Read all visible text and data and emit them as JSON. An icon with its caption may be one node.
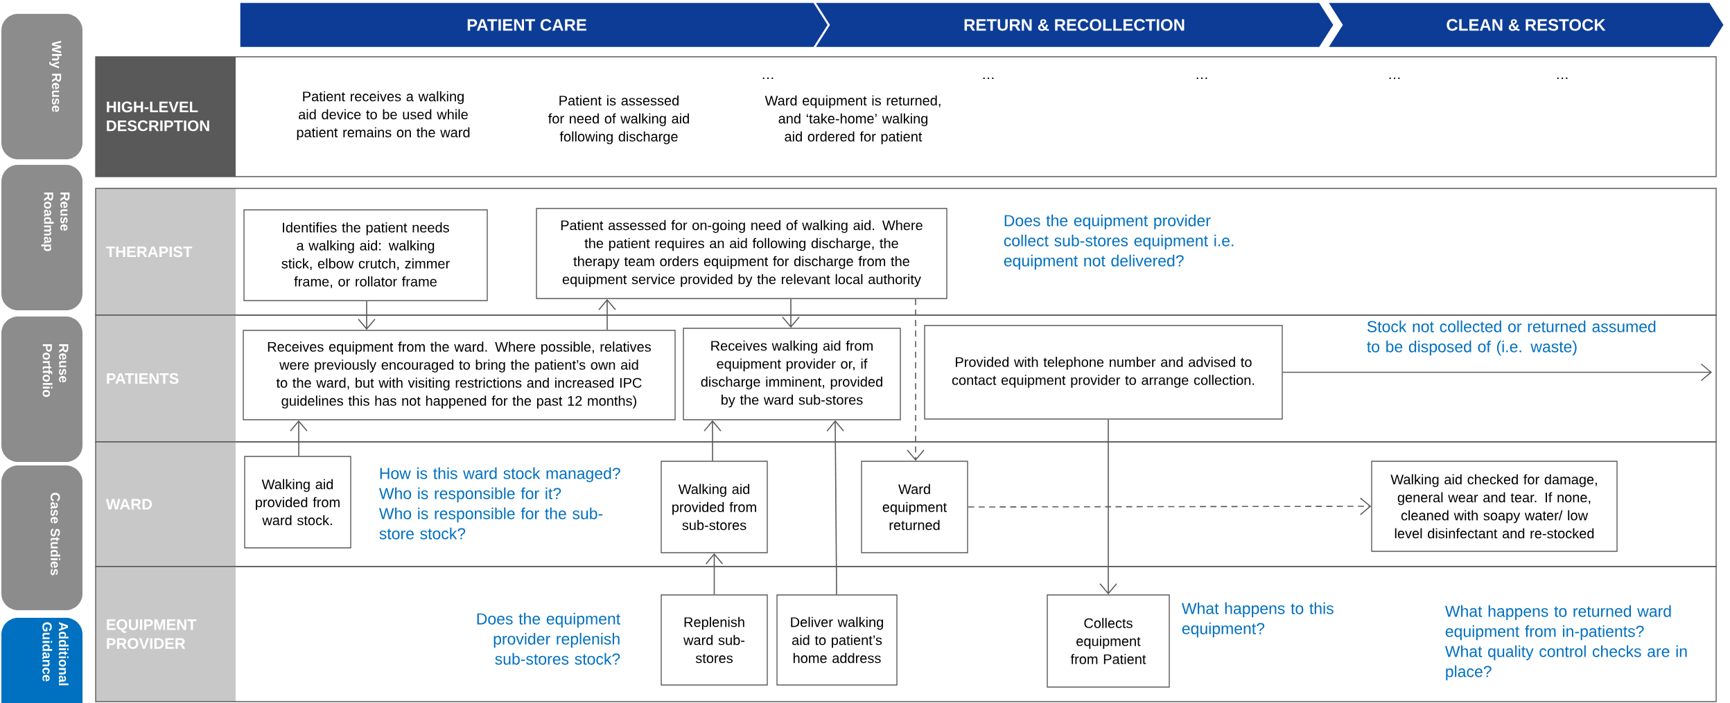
{
  "diagram": {
    "nodes": [
      {
        "text": [
          "Why Reuse"
        ]
      },
      {
        "text": [
          "Reuse Roadmap"
        ]
      },
      {
        "text": [
          "Reuse Portfolio"
        ]
      },
      {
        "text": [
          "Case Studies"
        ]
      },
      {
        "text": [
          "Additional Guidance"
        ]
      },
      {
        "text": [
          "PATIENT CARE"
        ]
      },
      {
        "text": [
          "RETURN & RECOLLECTION"
        ]
      },
      {
        "text": [
          "CLEAN & RESTOCK"
        ]
      },
      {
        "text": [
          "HIGH-LEVEL DESCRIPTION",
          "Patient receives a walking aid device to be used while patient remains on the ward",
          "Patient is assessed for need of walking aid following discharge",
          "…",
          "Ward equipment is returned, and ‘take-home’ walking aid ordered for patient",
          "…",
          "…",
          "…",
          "…"
        ]
      },
      {
        "text": [
          "THERAPIST"
        ]
      },
      {
        "text": [
          "Identifies the patient needs a walking aid: walking stick, elbow crutch, zimmer frame, or rollator frame"
        ],
        "in": 9
      },
      {
        "text": [
          "Patient assessed for on-going need of walking aid. Where the patient requires an aid following discharge, the therapy team orders equipment for discharge from the equipment service provided by the relevant local authority"
        ],
        "in": 9
      },
      {
        "text": [
          "PATIENTS"
        ]
      },
      {
        "text": [
          "Receives equipment from the ward. Where possible, relatives were previously encouraged to bring the patient’s own aid to the ward, but with visiting restrictions and increased IPC guidelines this has not happened for the past 12 months)"
        ],
        "in": 12
      },
      {
        "text": [
          "Receives walking aid from equipment provider or, if discharge imminent, provided by the ward sub-stores"
        ],
        "in": 12
      },
      {
        "text": [
          "Provided with telephone number and advised to contact equipment provider to arrange collection."
        ],
        "in": 12
      },
      {
        "text": [
          "WARD"
        ]
      },
      {
        "text": [
          "Walking aid provided from ward stock."
        ],
        "in": 16
      },
      {
        "text": [
          "Walking aid provided from sub-stores"
        ],
        "in": 16
      },
      {
        "text": [
          "Ward equipment returned"
        ],
        "in": 16
      },
      {
        "text": [
          "Walking aid checked for damage, general wear and tear. If none, cleaned with soapy water/ low level disinfectant and re-stocked"
        ],
        "in": 16
      },
      {
        "text": [
          "EQUIPMENT PROVIDER"
        ]
      },
      {
        "text": [
          "Replenish ward sub-stores"
        ],
        "in": 21
      },
      {
        "text": [
          "Deliver walking aid to patient’s home address"
        ],
        "in": 21
      },
      {
        "text": [
          "Collects equipment from Patient"
        ],
        "in": 21,
        "beside": [
          "What happens to this equipment?"
        ]
      }
    ],
    "edges": [
      {
        "from": 10,
        "to": 13,
        "arrow": "to"
      },
      {
        "from": 13,
        "to": 11,
        "arrow": "to"
      },
      {
        "from": 11,
        "to": 14,
        "arrow": "to"
      },
      {
        "from": 11,
        "to": 19,
        "arrow": "to",
        "style": "dashed"
      },
      {
        "from": 17,
        "to": 13,
        "arrow": "to"
      },
      {
        "from": 18,
        "to": 14,
        "arrow": "to"
      },
      {
        "from": 22,
        "to": 18,
        "arrow": "to"
      },
      {
        "from": 23,
        "to": 14,
        "arrow": "to"
      },
      {
        "from": 15,
        "to": 24,
        "arrow": "to"
      },
      {
        "from": 19,
        "to": 20,
        "arrow": "to",
        "style": "dashed"
      },
      {
        "from": 15,
        "to": null,
        "arrow": "to"
      }
    ],
    "labels": [
      "Does the equipment provider collect sub-stores equipment i.e. equipment not delivered?",
      "Stock not collected or returned assumed to be disposed of (i.e. waste)",
      "How is this ward stock managed?",
      "Who is responsible for it?",
      "Who is responsible for the sub-store stock?",
      "Does the equipment provider replenish sub-stores stock?",
      "What happens to returned ward equipment from in-patients?",
      "What quality control checks are in place?"
    ]
  }
}
